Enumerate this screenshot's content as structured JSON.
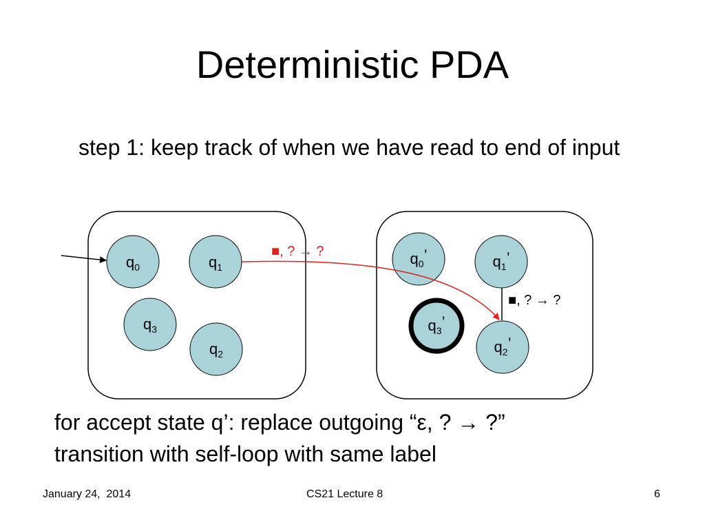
{
  "slide": {
    "title": "Deterministic PDA",
    "bullet": "step 1: keep track of when we have read to end of input",
    "note_line1": "for accept state q’: replace outgoing “ε, ? → ?”",
    "note_line2": "transition with self-loop with same label"
  },
  "diagram": {
    "left_states": [
      {
        "base": "q",
        "sub": "0",
        "prime": ""
      },
      {
        "base": "q",
        "sub": "1",
        "prime": ""
      },
      {
        "base": "q",
        "sub": "3",
        "prime": ""
      },
      {
        "base": "q",
        "sub": "2",
        "prime": ""
      }
    ],
    "right_states": [
      {
        "base": "q",
        "sub": "0",
        "prime": "’"
      },
      {
        "base": "q",
        "sub": "1",
        "prime": "’"
      },
      {
        "base": "q",
        "sub": "3",
        "prime": "’"
      },
      {
        "base": "q",
        "sub": "2",
        "prime": "’"
      }
    ],
    "cross_label": "■, ? → ?",
    "inner_label": "■, ? → ?",
    "state_fill": "#a9d3d8",
    "cross_color": "#e0201b"
  },
  "footer": {
    "date": "January 24,  2014",
    "course": "CS21 Lecture 8",
    "page": "6"
  }
}
